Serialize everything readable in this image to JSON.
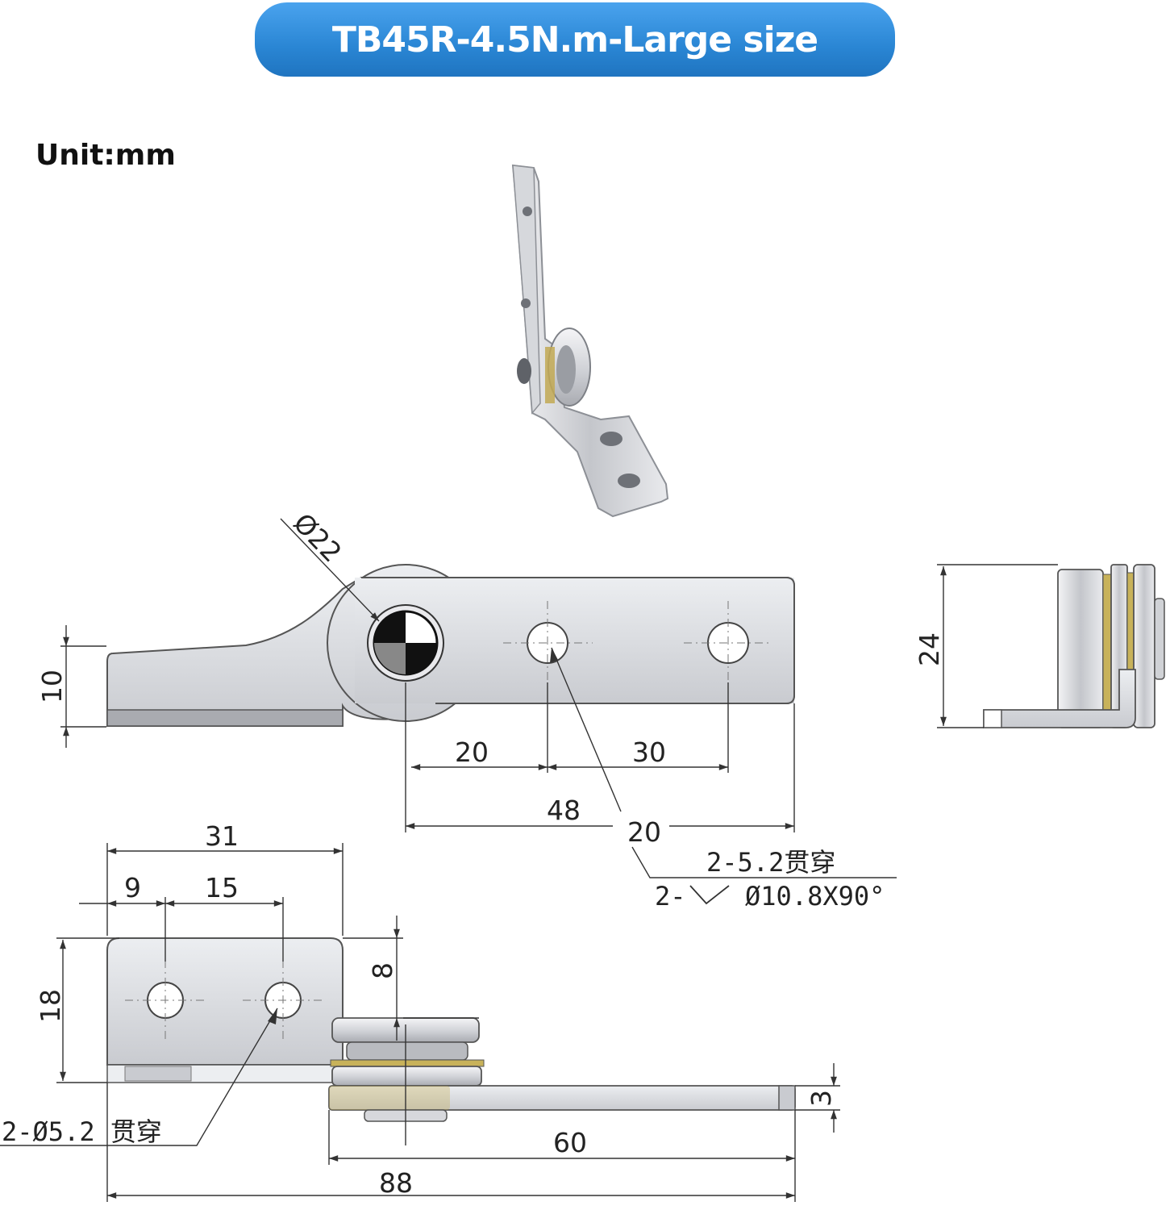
{
  "banner": {
    "title": "TB45R-4.5N.m-Large size",
    "color": "#2a86d4"
  },
  "unit_label": "Unit:mm",
  "top_view": {
    "hub_diameter": "22",
    "height": "10",
    "hole_to_hole_1": "20",
    "hole_to_hole_2": "30",
    "pivot_to_end": "48",
    "hole_callout_ref": "20",
    "hole_note_1": "2-5.2贯穿",
    "hole_note_2": "2-",
    "hole_note_3": "Ø10.8X90°"
  },
  "side_view": {
    "height": "24"
  },
  "front_view": {
    "flap_width": "31",
    "edge_to_hole": "9",
    "hole_spacing": "15",
    "flap_height": "18",
    "hole_offset": "8",
    "plate_thickness": "3",
    "arm_length": "60",
    "overall_length": "88",
    "hole_note": "2-Ø5.2 贯穿"
  },
  "colors": {
    "metal": "#dcdde1",
    "metal_dark": "#b9bbc0",
    "brass": "#c8b25a",
    "line": "#333333"
  }
}
